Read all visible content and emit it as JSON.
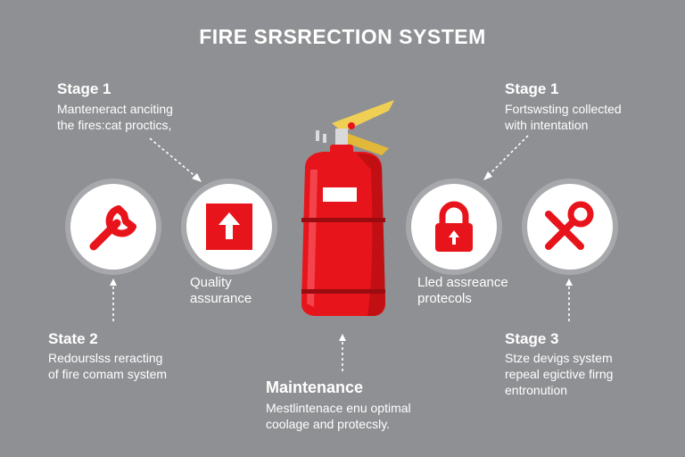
{
  "title": "FIRE SRSRECTION SYSTEM",
  "top_left": {
    "heading": "Stage 1",
    "lines": [
      "Manteneract anciting",
      "the fires:cat proctics,"
    ]
  },
  "top_right": {
    "heading": "Stage 1",
    "lines": [
      "Fortswsting collected",
      "with intentation"
    ]
  },
  "mid_left_label": {
    "lines": [
      "Quality",
      "assurance"
    ]
  },
  "mid_right_label": {
    "lines": [
      "Lled assreance",
      "protecols"
    ]
  },
  "bottom_left": {
    "heading": "State 2",
    "lines": [
      "Redourslss reracting",
      "of fire comam system"
    ]
  },
  "bottom_center": {
    "heading": "Maintenance",
    "lines": [
      "Mestlintenace enu optimal",
      "coolage and protecsly."
    ]
  },
  "bottom_right": {
    "heading": "Stage 3",
    "lines": [
      "Stze devigs system",
      "repeal egictive firng",
      "entronution"
    ]
  },
  "icons": [
    "wrench-icon",
    "upload-arrow-icon",
    "padlock-icon",
    "tools-cross-icon",
    "fire-extinguisher-icon"
  ],
  "colors": {
    "background": "#8f9093",
    "accent": "#e8141b",
    "circle": "#ffffff",
    "handle": "#f0cf55"
  }
}
